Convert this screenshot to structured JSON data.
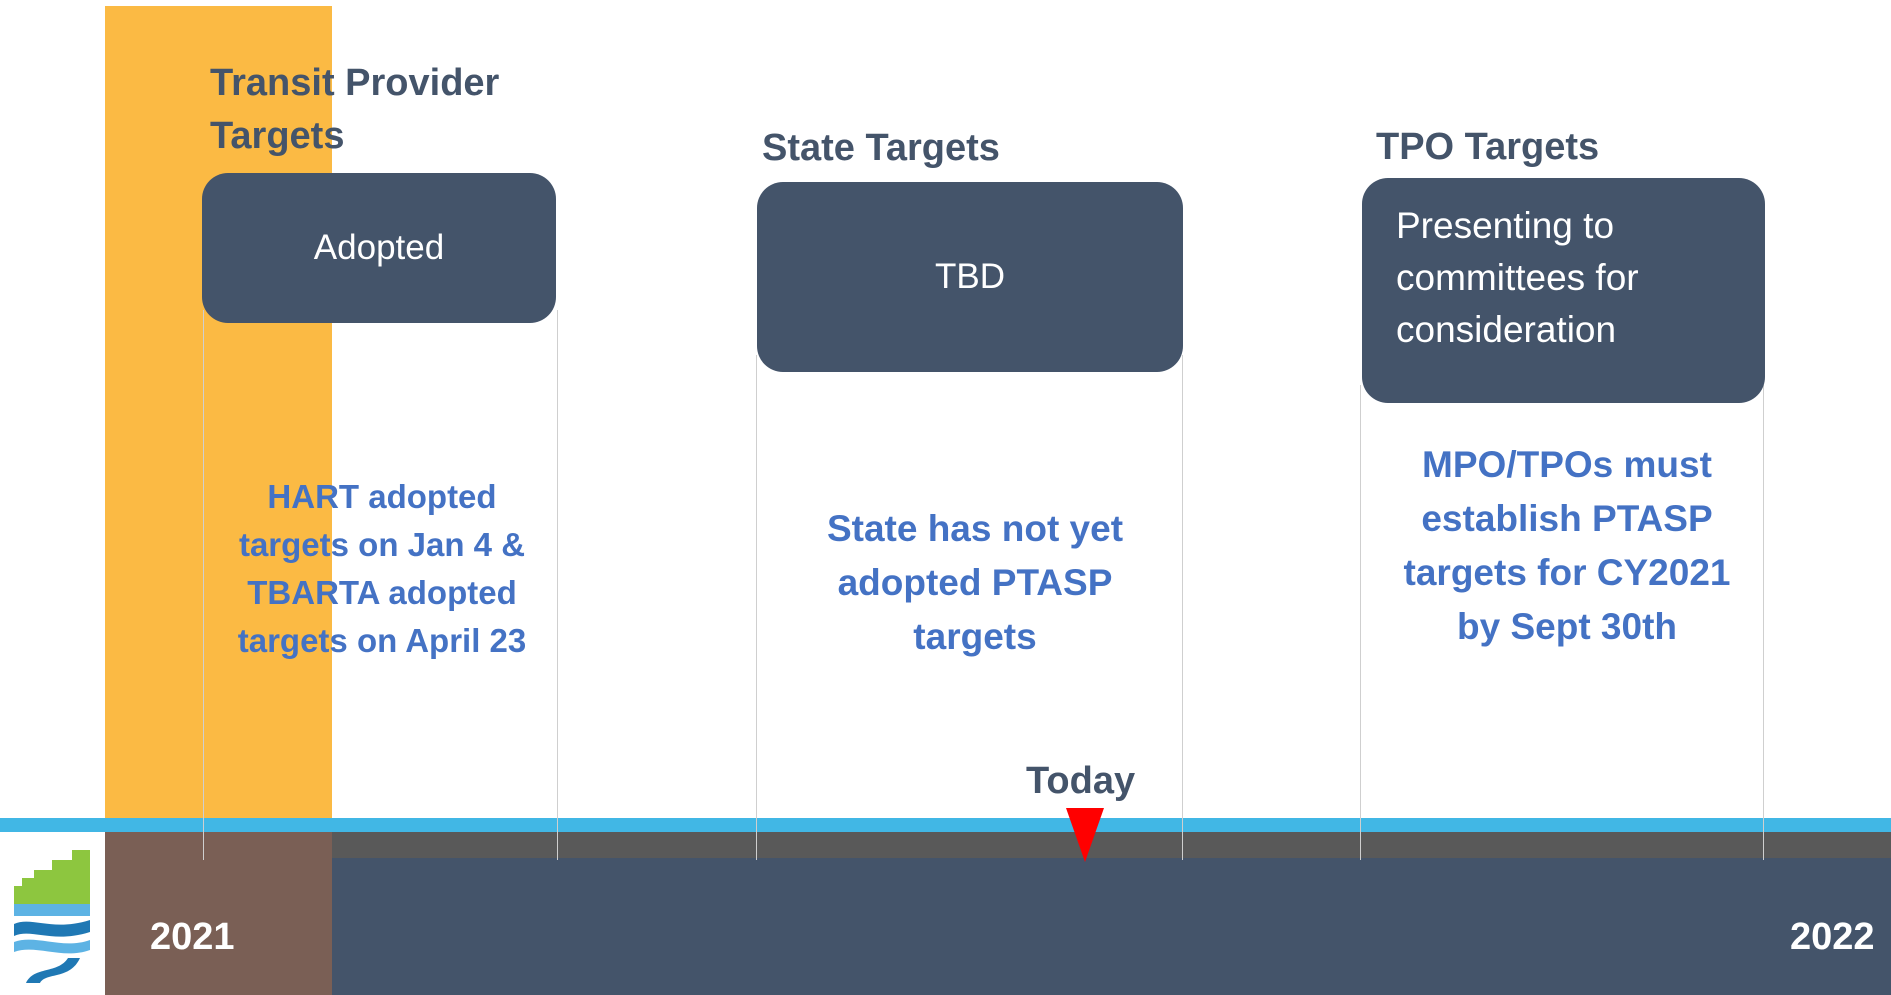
{
  "columns": [
    {
      "heading": "Transit Provider Targets",
      "box_text": "Adopted",
      "note": "HART adopted targets on Jan 4 & TBARTA adopted targets on April 23"
    },
    {
      "heading": "State Targets",
      "box_text": "TBD",
      "note": "State has not yet adopted PTASP targets"
    },
    {
      "heading": "TPO Targets",
      "box_text": "Presenting to committees for consideration",
      "note": "MPO/TPOs must establish PTASP targets for CY2021 by Sept 30th"
    }
  ],
  "today_label": "Today",
  "years": {
    "start": "2021",
    "end": "2022"
  },
  "colors": {
    "highlight_band": "#FBBA44",
    "box_fill": "#44546A",
    "note_text": "#4472C4",
    "timeline_blue": "#41B7E5",
    "timeline_gray": "#595959",
    "today_marker": "#FF0000"
  },
  "logo_icon": "organization-logo-icon"
}
